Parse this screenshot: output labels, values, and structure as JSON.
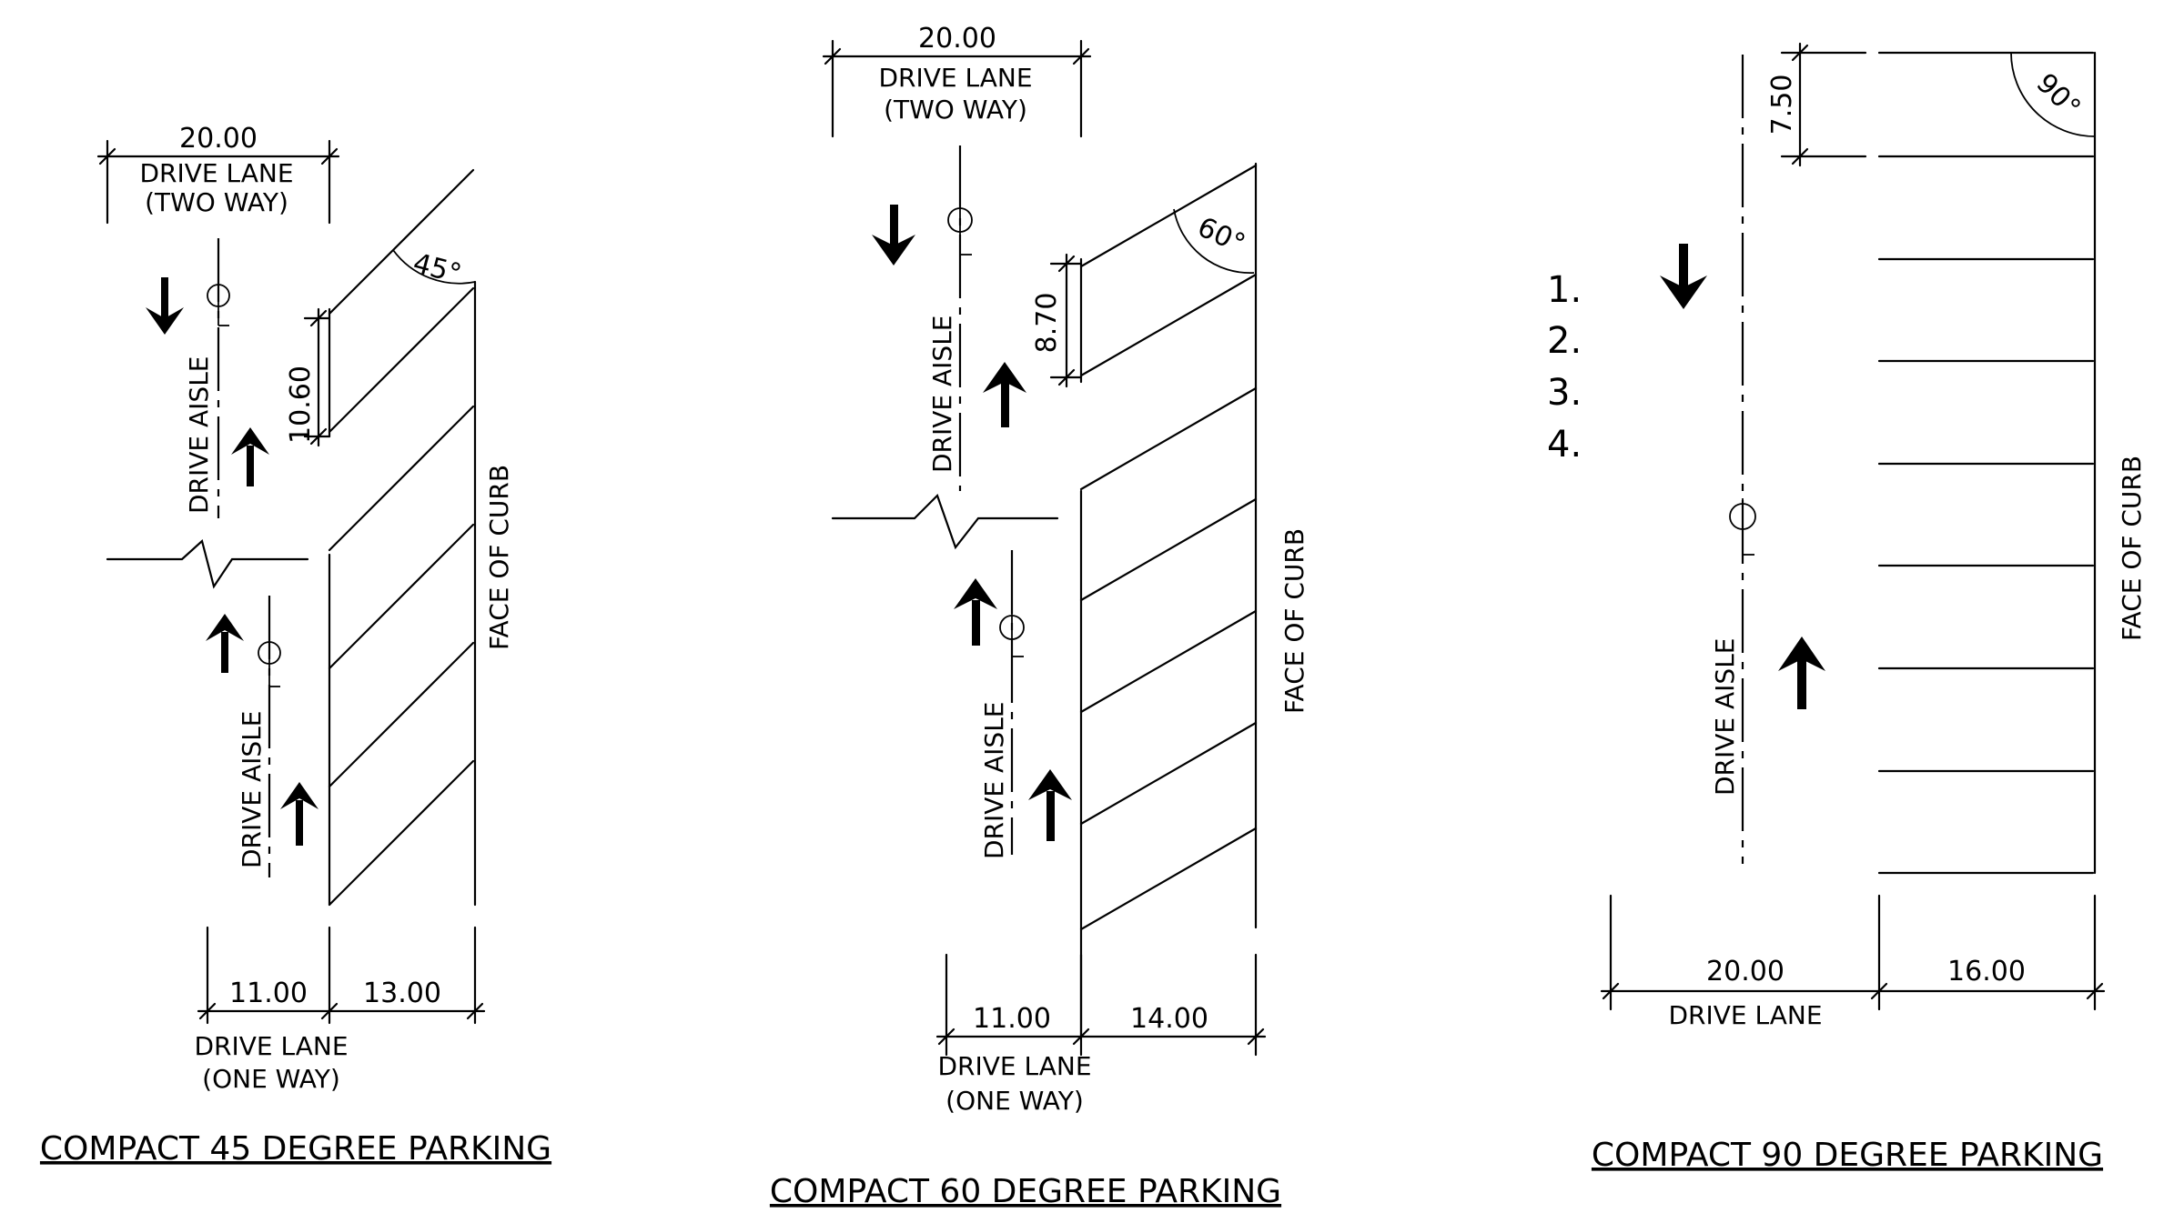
{
  "diagram_45": {
    "title": "COMPACT 45 DEGREE PARKING",
    "top_dim": "20.00",
    "top_lane_line1": "DRIVE LANE",
    "top_lane_line2": "(TWO WAY)",
    "angle": "45°",
    "stall_depth": "10.60",
    "aisle_upper": "DRIVE AISLE",
    "aisle_lower": "DRIVE AISLE",
    "curb": "FACE OF CURB",
    "dim_lane": "11.00",
    "dim_stall": "13.00",
    "bottom_lane_line1": "DRIVE LANE",
    "bottom_lane_line2": "(ONE WAY)"
  },
  "diagram_60": {
    "title": "COMPACT 60 DEGREE PARKING",
    "top_dim": "20.00",
    "top_lane_line1": "DRIVE LANE",
    "top_lane_line2": "(TWO WAY)",
    "angle": "60°",
    "stall_depth": "8.70",
    "aisle_upper": "DRIVE AISLE",
    "aisle_lower": "DRIVE AISLE",
    "curb": "FACE OF CURB",
    "dim_lane": "11.00",
    "dim_stall": "14.00",
    "bottom_lane_line1": "DRIVE LANE",
    "bottom_lane_line2": "(ONE WAY)"
  },
  "diagram_90": {
    "title": "COMPACT 90 DEGREE PARKING",
    "angle": "90°",
    "stall_width": "7.50",
    "aisle": "DRIVE AISLE",
    "curb": "FACE OF CURB",
    "dim_lane": "20.00",
    "dim_stall": "16.00",
    "bottom_lane": "DRIVE LANE",
    "list": [
      "1.",
      "2.",
      "3.",
      "4."
    ]
  }
}
